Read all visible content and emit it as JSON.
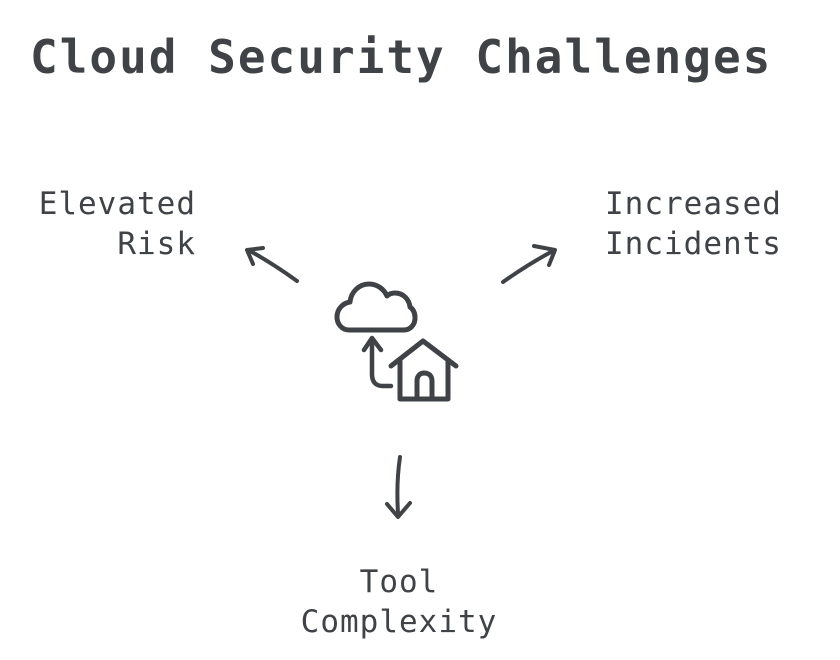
{
  "title": "Cloud Security Challenges",
  "colors": {
    "ink": "#3f4347",
    "background": "#ffffff"
  },
  "diagram": {
    "center": {
      "icons": {
        "cloud": "cloud-icon",
        "house": "house-icon",
        "migration_arrow": "curved-up-arrow-icon"
      }
    },
    "connectors": [
      {
        "id": "arrow-to-elevated-risk",
        "icon": "up-left-arrow-icon"
      },
      {
        "id": "arrow-to-increased-incidents",
        "icon": "up-right-arrow-icon"
      },
      {
        "id": "arrow-to-tool-complexity",
        "icon": "down-arrow-icon"
      }
    ],
    "nodes": [
      {
        "id": "elevated-risk",
        "line1": "Elevated",
        "line2": "Risk"
      },
      {
        "id": "increased-incidents",
        "line1": "Increased",
        "line2": "Incidents"
      },
      {
        "id": "tool-complexity",
        "line1": "Tool",
        "line2": "Complexity"
      }
    ]
  }
}
